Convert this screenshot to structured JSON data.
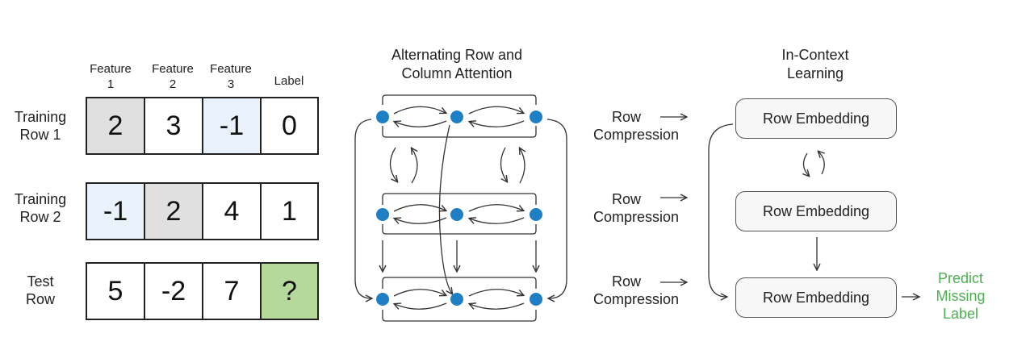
{
  "table": {
    "headers": [
      {
        "line1": "Feature",
        "line2": "1"
      },
      {
        "line1": "Feature",
        "line2": "2"
      },
      {
        "line1": "Feature",
        "line2": "3"
      },
      {
        "line1": "Label",
        "line2": ""
      }
    ],
    "rows": [
      {
        "label_line1": "Training",
        "label_line2": "Row 1",
        "values": [
          "2",
          "3",
          "-1",
          "0"
        ]
      },
      {
        "label_line1": "Training",
        "label_line2": "Row 2",
        "values": [
          "-1",
          "2",
          "4",
          "1"
        ]
      },
      {
        "label_line1": "Test",
        "label_line2": "Row",
        "values": [
          "5",
          "-2",
          "7",
          "?"
        ]
      }
    ],
    "colors": {
      "gray": "#e0e0e0",
      "light_blue": "#e9f1fa",
      "green": "#b5d89b",
      "white": "#ffffff"
    }
  },
  "attention": {
    "title_line1": "Alternating Row and",
    "title_line2": "Column Attention",
    "node_color": "#1f7fc4"
  },
  "compression": {
    "items": [
      {
        "line1": "Row",
        "line2": "Compression"
      },
      {
        "line1": "Row",
        "line2": "Compression"
      },
      {
        "line1": "Row",
        "line2": "Compression"
      }
    ]
  },
  "icl": {
    "title_line1": "In-Context",
    "title_line2": "Learning",
    "embeddings": [
      "Row Embedding",
      "Row Embedding",
      "Row Embedding"
    ]
  },
  "prediction": {
    "line1": "Predict",
    "line2": "Missing",
    "line3": "Label",
    "color": "#4caf50"
  }
}
